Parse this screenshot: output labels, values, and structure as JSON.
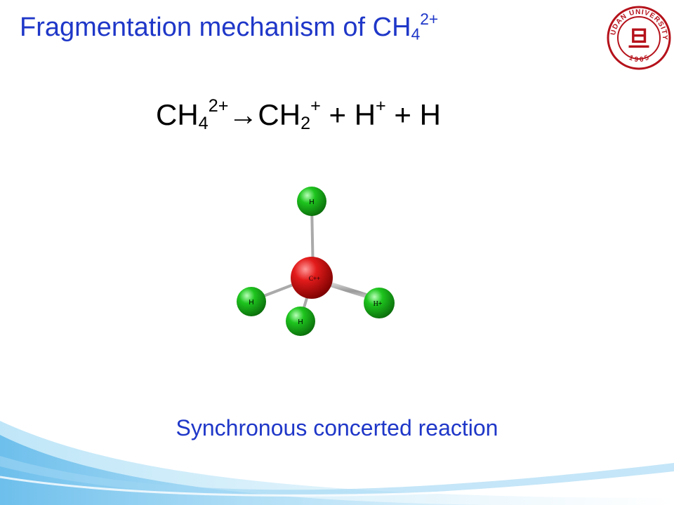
{
  "title": {
    "base": "Fragmentation mechanism of CH",
    "subscript": "4",
    "superscript": "2+"
  },
  "equation": {
    "reactant": "CH",
    "reactant_sub": "4",
    "reactant_sup": "2+",
    "arrow": "→",
    "product1": "CH",
    "product1_sub": "2",
    "product1_sup": "+",
    "plus1": " + ",
    "product2": "H",
    "product2_sup": "+",
    "plus2": " + ",
    "product3": "H"
  },
  "molecule": {
    "carbon_label": "C++",
    "hydrogen_label": "H",
    "hydrogen_ion_label": "H+",
    "carbon_color": "#e31b1b",
    "hydrogen_color": "#1ec51e"
  },
  "logo": {
    "ring_text": "FUDAN UNIVERSITY",
    "year": "1 9 0 5",
    "emblem_char": "旦",
    "color": "#b5121b"
  },
  "caption": "Synchronous concerted reaction",
  "accent_color": "#1f37c8"
}
